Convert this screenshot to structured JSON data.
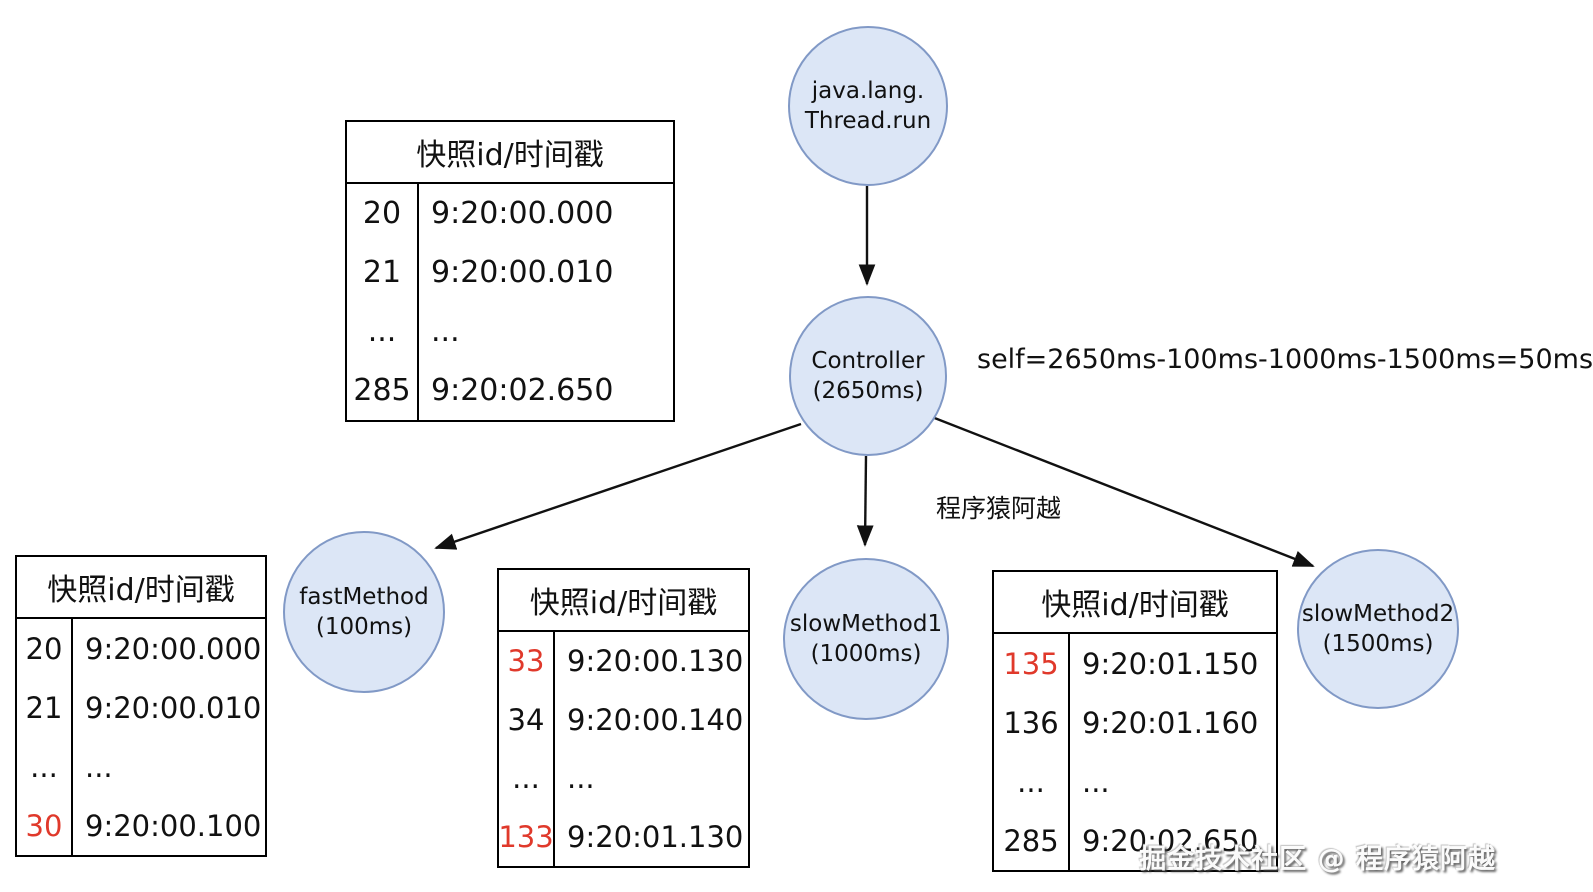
{
  "colors": {
    "node_fill": "#dce6f6",
    "node_border": "#8199c6",
    "highlight_red": "#e0392b",
    "line_black": "#111111"
  },
  "nodes": [
    {
      "line1": "java.lang.",
      "line2": "Thread.run"
    },
    {
      "line1": "Controller",
      "line2": "(2650ms)"
    },
    {
      "line1": "fastMethod",
      "line2": "(100ms)"
    },
    {
      "line1": "slowMethod1",
      "line2": "(1000ms)"
    },
    {
      "line1": "slowMethod2",
      "line2": "(1500ms)"
    }
  ],
  "annotations": {
    "self_formula": "self=2650ms-100ms-1000ms-1500ms=50ms",
    "edge_label": "程序猿阿越",
    "watermark": "掘金技术社区 @ 程序猿阿越"
  },
  "tables": [
    {
      "name": "thread-run-snapshots",
      "header": "快照id/时间戳",
      "rows": [
        {
          "id": "20",
          "time": "9:20:00.000",
          "red": false
        },
        {
          "id": "21",
          "time": "9:20:00.010",
          "red": false
        },
        {
          "id": "...",
          "time": "...",
          "red": false
        },
        {
          "id": "285",
          "time": "9:20:02.650",
          "red": false
        }
      ]
    },
    {
      "name": "fast-method-snapshots",
      "header": "快照id/时间戳",
      "rows": [
        {
          "id": "20",
          "time": "9:20:00.000",
          "red": false
        },
        {
          "id": "21",
          "time": "9:20:00.010",
          "red": false
        },
        {
          "id": "...",
          "time": "...",
          "red": false
        },
        {
          "id": "30",
          "time": "9:20:00.100",
          "red": true
        }
      ]
    },
    {
      "name": "slow-method-1-snapshots",
      "header": "快照id/时间戳",
      "rows": [
        {
          "id": "33",
          "time": "9:20:00.130",
          "red": true
        },
        {
          "id": "34",
          "time": "9:20:00.140",
          "red": false
        },
        {
          "id": "...",
          "time": "...",
          "red": false
        },
        {
          "id": "133",
          "time": "9:20:01.130",
          "red": true
        }
      ]
    },
    {
      "name": "slow-method-2-snapshots",
      "header": "快照id/时间戳",
      "rows": [
        {
          "id": "135",
          "time": "9:20:01.150",
          "red": true
        },
        {
          "id": "136",
          "time": "9:20:01.160",
          "red": false
        },
        {
          "id": "...",
          "time": "...",
          "red": false
        },
        {
          "id": "285",
          "time": "9:20:02.650",
          "red": false
        }
      ]
    }
  ]
}
